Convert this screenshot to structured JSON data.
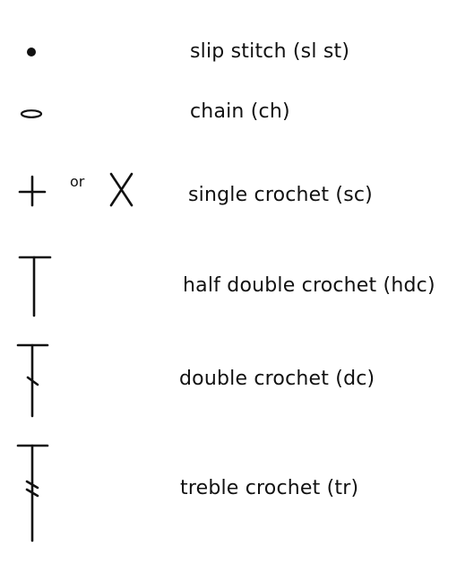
{
  "legend": {
    "items": [
      {
        "symbol": "slip-stitch-dot",
        "label": "slip stitch  (sl st)"
      },
      {
        "symbol": "chain-oval",
        "label": "chain (ch)"
      },
      {
        "symbol": "single-crochet-plus-or-x",
        "label": "single crochet (sc)",
        "alternative_word": "or"
      },
      {
        "symbol": "half-double-crochet-t",
        "label": "half double crochet (hdc)"
      },
      {
        "symbol": "double-crochet-t-one-slash",
        "label": "double crochet (dc)"
      },
      {
        "symbol": "treble-crochet-t-two-slashes",
        "label": "treble crochet (tr)"
      }
    ]
  },
  "colors": {
    "symbol_stroke": "#111111",
    "background": "#ffffff"
  }
}
